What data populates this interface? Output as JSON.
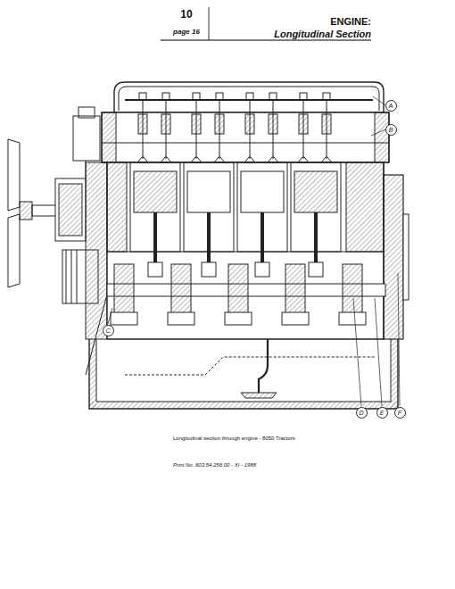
{
  "diagram": {
    "title": "Longitudinal Section",
    "caption": "Longitudinal section through engine - 8050 Tractors",
    "nodes": [
      {
        "text": [
          "A"
        ]
      },
      {
        "text": [
          "B"
        ]
      },
      {
        "text": [
          "C"
        ]
      },
      {
        "text": [
          "D"
        ]
      },
      {
        "text": [
          "E"
        ]
      },
      {
        "text": [
          "F"
        ]
      }
    ],
    "labels": [
      "10",
      "page 16",
      "ENGINE:",
      "Print No. 603.54.256.00 - XI - 1988"
    ]
  }
}
